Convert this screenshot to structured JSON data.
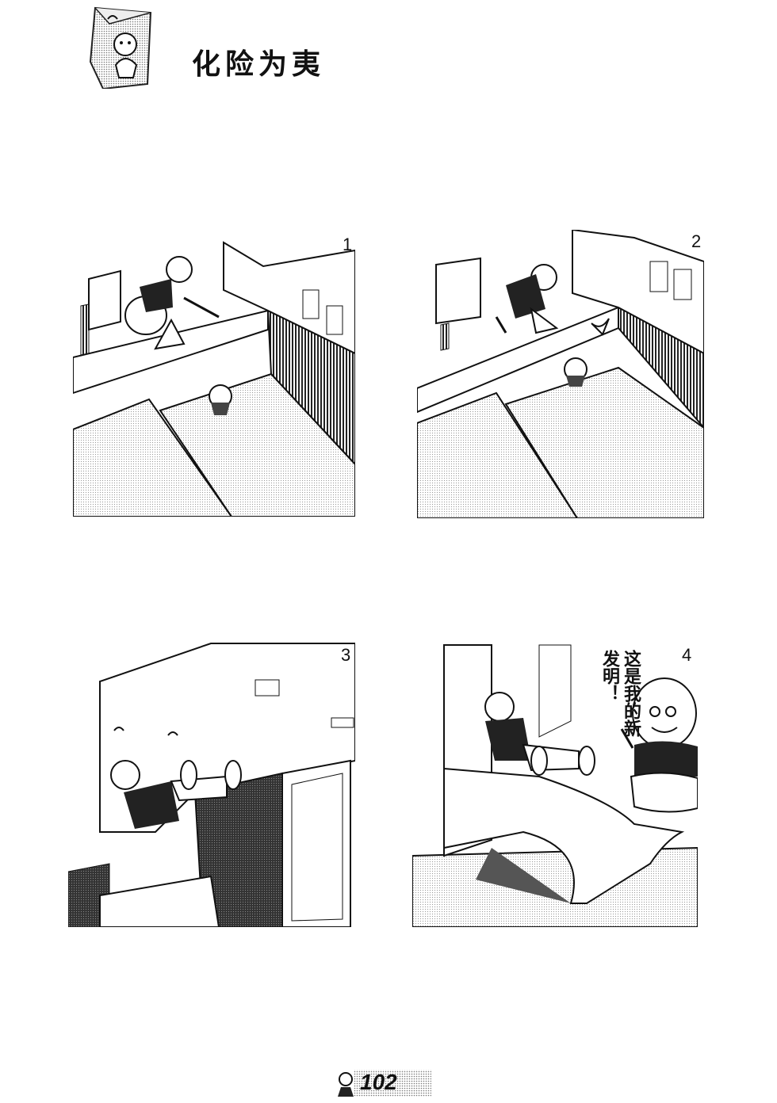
{
  "header": {
    "title": "化险为夷",
    "logo_icon": "cartoon-character-card-icon"
  },
  "panels": [
    {
      "number": "1"
    },
    {
      "number": "2"
    },
    {
      "number": "3"
    },
    {
      "number": "4",
      "speech": "这是我的新发明！"
    }
  ],
  "footer": {
    "page_number": "102",
    "icon": "cartoon-character-icon"
  },
  "colors": {
    "ink": "#111111",
    "halftone": "#cfcfcf",
    "paper": "#ffffff"
  }
}
